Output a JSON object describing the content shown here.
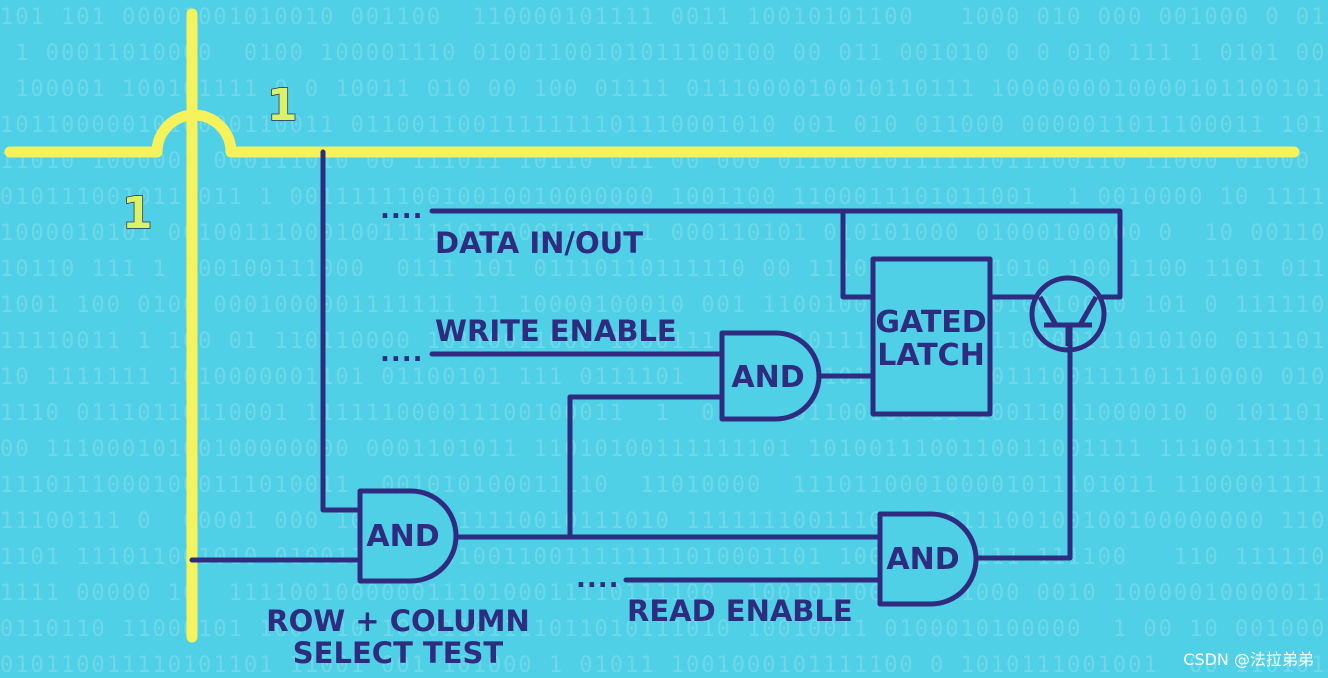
{
  "bits": {
    "row_bit": "1",
    "column_bit": "1"
  },
  "gates": {
    "select_and": "AND",
    "write_and": "AND",
    "read_and": "AND",
    "latch_line1": "GATED",
    "latch_line2": "LATCH"
  },
  "signals": {
    "data": "DATA IN/OUT",
    "write": "WRITE ENABLE",
    "read": "READ ENABLE",
    "select_line1": "ROW + COLUMN",
    "select_line2": "SELECT TEST",
    "ellipsis": "...."
  },
  "watermark": "CSDN @法拉弟弟",
  "colors": {
    "background": "#4fd0e6",
    "wire": "#2f2b7e",
    "bus": "#f6f25c",
    "bit": "#d9f26a"
  }
}
